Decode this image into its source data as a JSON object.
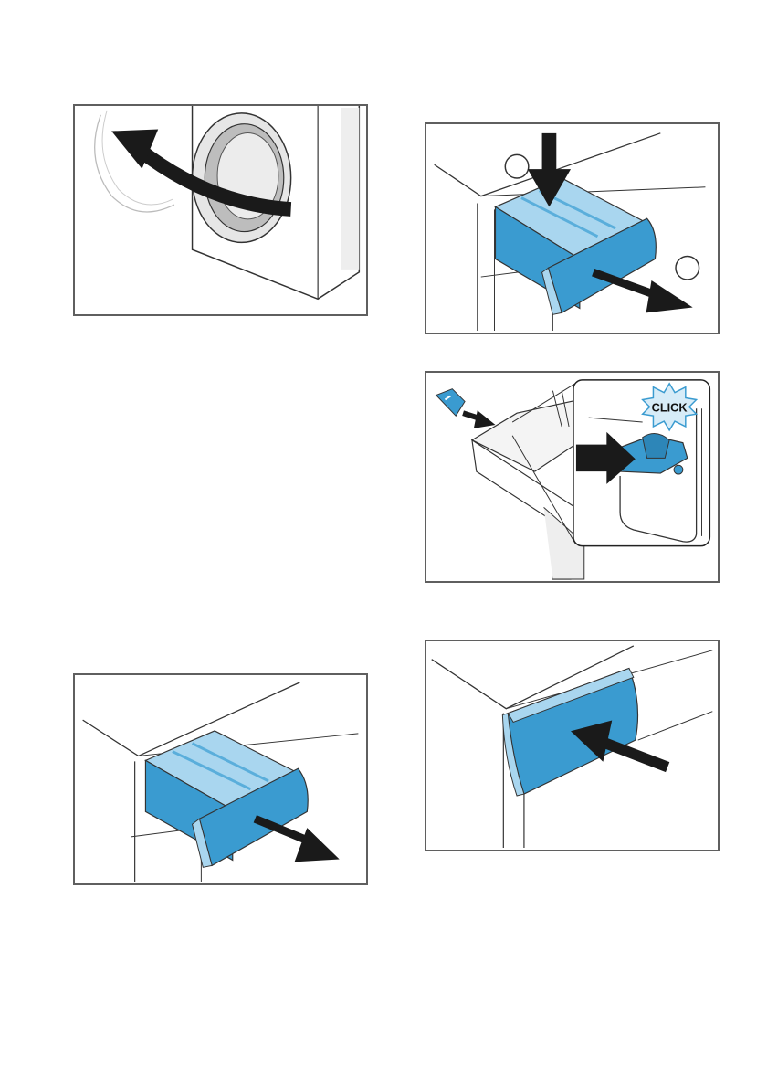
{
  "figures": [
    {
      "id": "open-door"
    },
    {
      "id": "release-and-pull-drawer",
      "steps": [
        "",
        ""
      ]
    },
    {
      "id": "insert-insert",
      "callout": "CLICK"
    },
    {
      "id": "pull-out-drawer"
    },
    {
      "id": "push-in-drawer"
    }
  ],
  "colors": {
    "accent": "#3a9bd0",
    "accent_light": "#a9d6ef",
    "line": "#333333",
    "frame": "#5f5f5f"
  }
}
